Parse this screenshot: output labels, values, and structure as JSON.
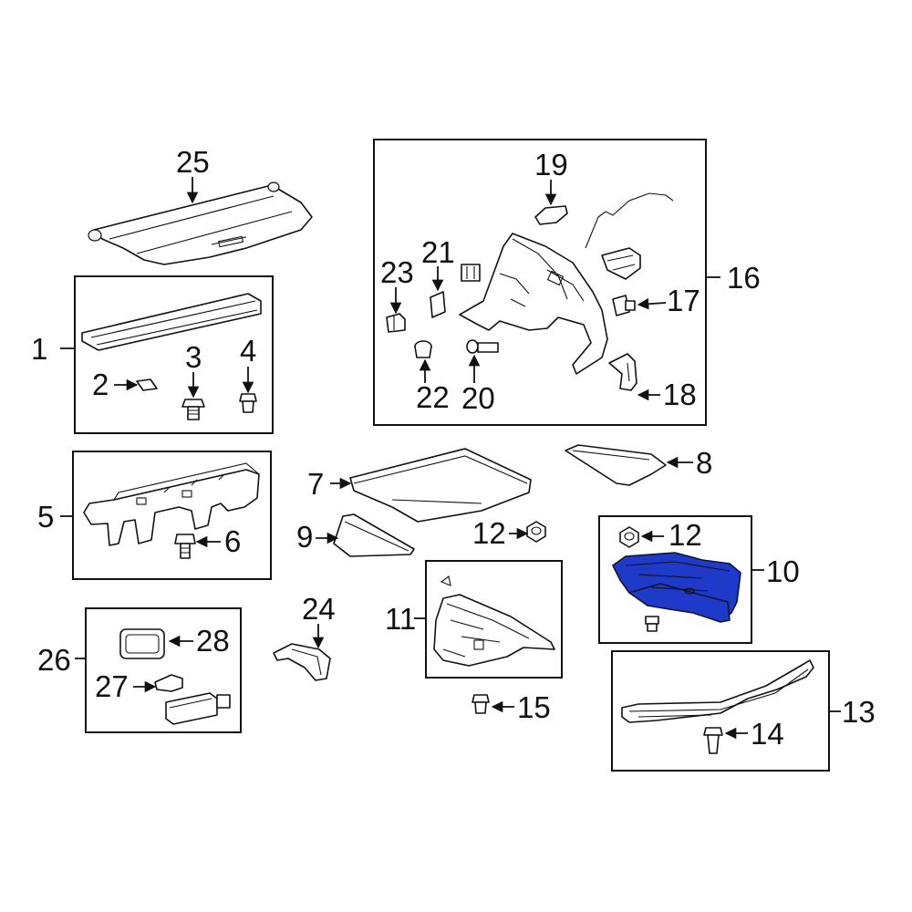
{
  "callouts": {
    "c1": "1",
    "c2": "2",
    "c3": "3",
    "c4": "4",
    "c5": "5",
    "c6": "6",
    "c7": "7",
    "c8": "8",
    "c9": "9",
    "c10": "10",
    "c11": "11",
    "c12a": "12",
    "c12b": "12",
    "c13": "13",
    "c14": "14",
    "c15": "15",
    "c16": "16",
    "c17": "17",
    "c18": "18",
    "c19": "19",
    "c20": "20",
    "c21": "21",
    "c22": "22",
    "c23": "23",
    "c24": "24",
    "c25": "25",
    "c26": "26",
    "c27": "27",
    "c28": "28"
  },
  "highlight": {
    "part": "10",
    "color": "#1f39c9"
  },
  "colors": {
    "line": "#111111",
    "background": "#ffffff"
  }
}
